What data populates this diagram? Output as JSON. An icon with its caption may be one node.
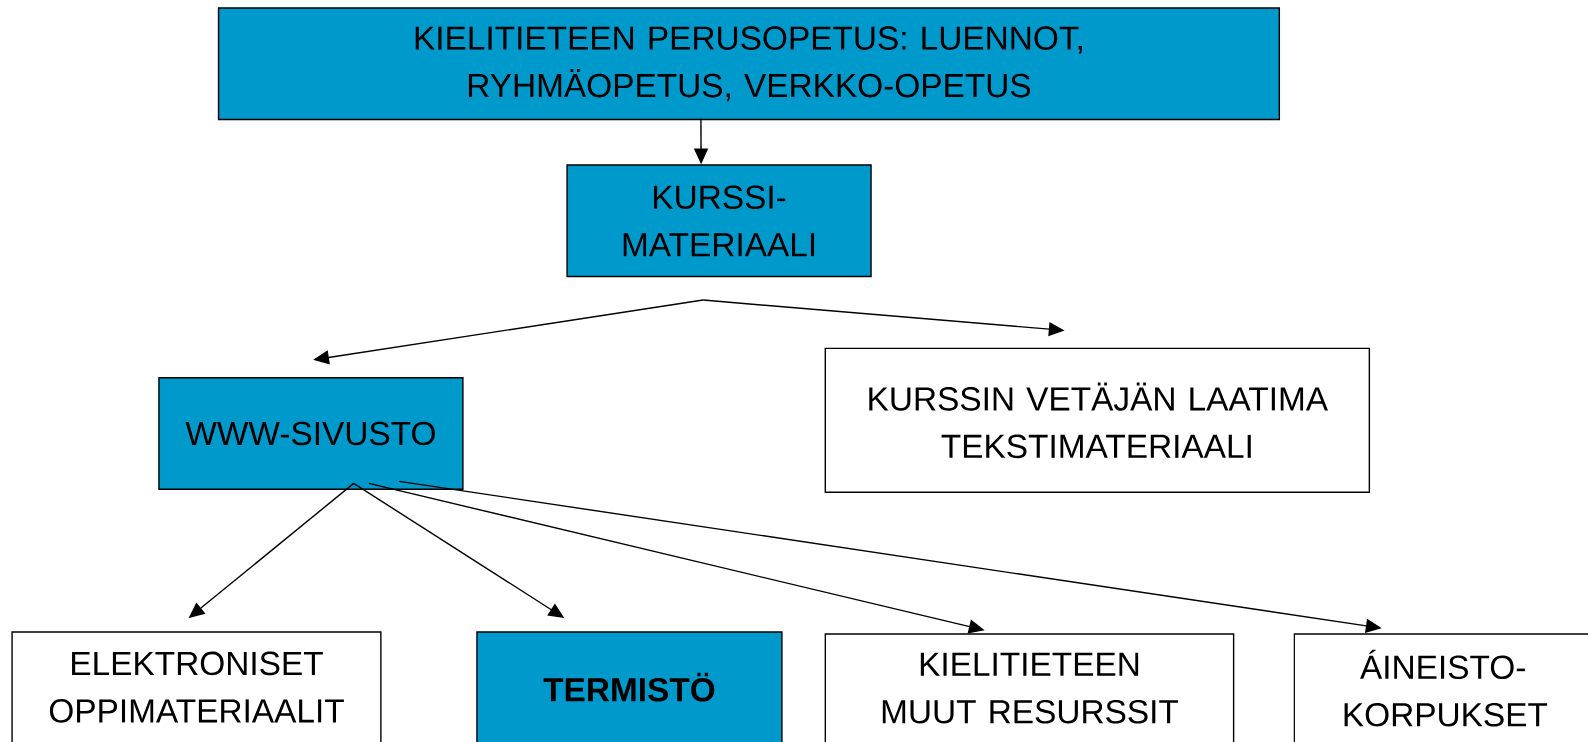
{
  "diagram": {
    "nodes": [
      {
        "text": [
          "KIELITIETEEN PERUSOPETUS: LUENNOT, RYHMÄOPETUS, VERKKO-OPETUS"
        ]
      },
      {
        "text": [
          "KURSSI- MATERIAALI"
        ]
      },
      {
        "text": [
          "WWW-SIVUSTO"
        ]
      },
      {
        "text": [
          "KURSSIN VETÄJÄN LAATIMA TEKSTIMATERIAALI"
        ]
      },
      {
        "text": [
          "ELEKTRONISET OPPIMATERIAALIT"
        ]
      },
      {
        "text": [
          "TERMISTÖ"
        ]
      },
      {
        "text": [
          "KIELITIETEEN MUUT RESURSSIT"
        ]
      },
      {
        "text": [
          "ÁINEISTO- KORPUKSET"
        ]
      }
    ],
    "edges": [
      {
        "from": 0,
        "to": 1,
        "arrow": "to"
      },
      {
        "from": 1,
        "to": 2,
        "arrow": "to"
      },
      {
        "from": 1,
        "to": 3,
        "arrow": "to"
      },
      {
        "from": 2,
        "to": 4,
        "arrow": "to"
      },
      {
        "from": 2,
        "to": 5,
        "arrow": "to"
      },
      {
        "from": 2,
        "to": 6,
        "arrow": "to"
      },
      {
        "from": 2,
        "to": 7,
        "arrow": "to"
      }
    ]
  }
}
